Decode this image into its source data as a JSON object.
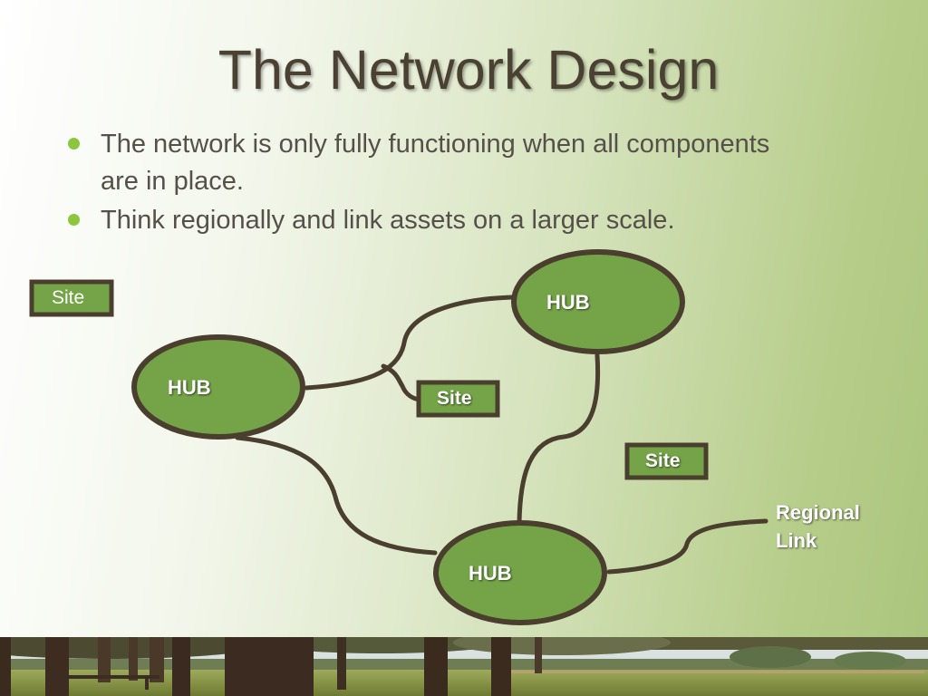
{
  "slide": {
    "title": "The Network Design",
    "bullets": [
      "The network is only fully functioning when all components are in place.",
      "Think regionally and link assets on a larger scale."
    ]
  },
  "diagram": {
    "hubs": [
      "HUB",
      "HUB",
      "HUB"
    ],
    "sites": [
      "Site",
      "Site",
      "Site"
    ],
    "regional_link": [
      "Regional",
      "Link"
    ]
  },
  "colors": {
    "node_fill": "#75a448",
    "node_border": "#4a3e2e",
    "connector": "#4a3e2e",
    "title_text": "#4a4132",
    "bullet_dot": "#8cc63f"
  },
  "footer_image": {
    "icon": "park-landscape-photo"
  }
}
